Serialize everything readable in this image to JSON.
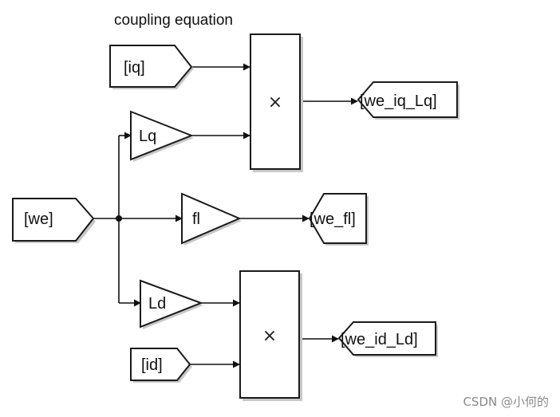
{
  "diagram": {
    "title": "coupling equation",
    "from_blocks": {
      "iq": "[iq]",
      "we": "[we]",
      "id": "[id]"
    },
    "goto_blocks": {
      "we_iq_Lq": "[we_iq_Lq]",
      "we_fl": "[we_fl]",
      "we_id_Ld": "[we_id_Ld]"
    },
    "gain_blocks": {
      "Lq": "Lq",
      "fl": "fl",
      "Ld": "Ld"
    },
    "product_blocks": {
      "upper": "×",
      "lower": "×"
    },
    "colors": {
      "line": "#111111",
      "block_border": "#1a1a1a",
      "background": "#ffffff"
    }
  },
  "watermark": "CSDN @小何的"
}
